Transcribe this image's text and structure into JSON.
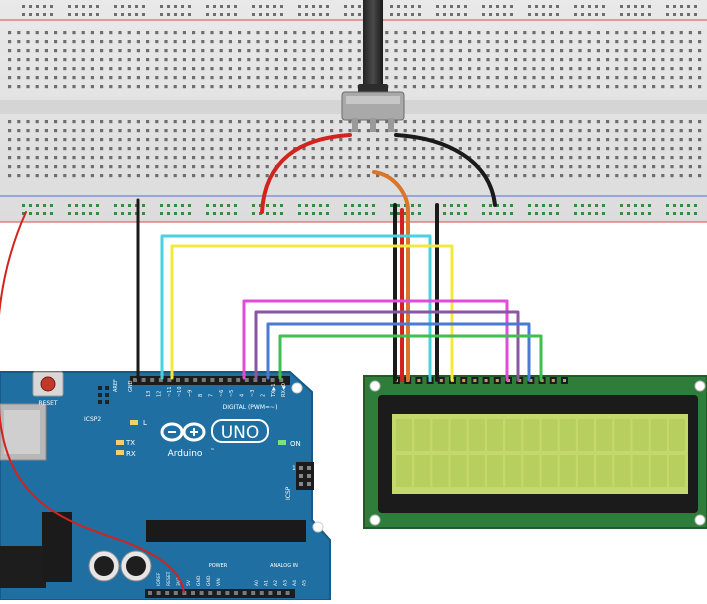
{
  "arduino": {
    "reset_label": "RESET",
    "icsp2_label": "ICSP2",
    "aref_label": "AREF",
    "gnd_label": "GND",
    "pin_labels_top": [
      "13",
      "12",
      "~11",
      "~10",
      "~9",
      "8",
      "7",
      "~6",
      "~5",
      "4",
      "~3",
      "2",
      "TX▶1",
      "RX◀0"
    ],
    "digital_label": "DIGITAL (PWM=~)",
    "l_label": "L",
    "tx_label": "TX",
    "rx_label": "RX",
    "logo_text": "UNO",
    "brand_text": "Arduino",
    "tm_text": "™",
    "on_label": "ON",
    "icsp_label": "ICSP",
    "power_label": "POWER",
    "analog_label": "ANALOG IN",
    "power_pins": [
      "IOREF",
      "RESET",
      "3V3",
      "5V",
      "GND",
      "GND",
      "VIN"
    ],
    "analog_pins": [
      "A0",
      "A1",
      "A2",
      "A3",
      "A4",
      "A5"
    ],
    "pin_1_label": "1"
  },
  "lcd": {
    "pin_count": 16,
    "rows": 2,
    "cols": 16
  },
  "colors": {
    "board_blue": "#1f6fa3",
    "lcd_green": "#2f7d3a",
    "lcd_screen": "#c3d96b",
    "wire_red": "#d2231e",
    "wire_black": "#1a1a1a",
    "wire_cyan": "#48d2e0",
    "wire_yellow": "#f3e83c",
    "wire_magenta": "#e04bd8",
    "wire_purple": "#8a55a3",
    "wire_blue": "#4a7ad6",
    "wire_green": "#3fbf4f",
    "wire_orange": "#d9762a"
  },
  "components": {
    "breadboard": "breadboard",
    "potentiometer": "potentiometer",
    "microcontroller": "arduino-uno",
    "display": "lcd-16x2"
  }
}
